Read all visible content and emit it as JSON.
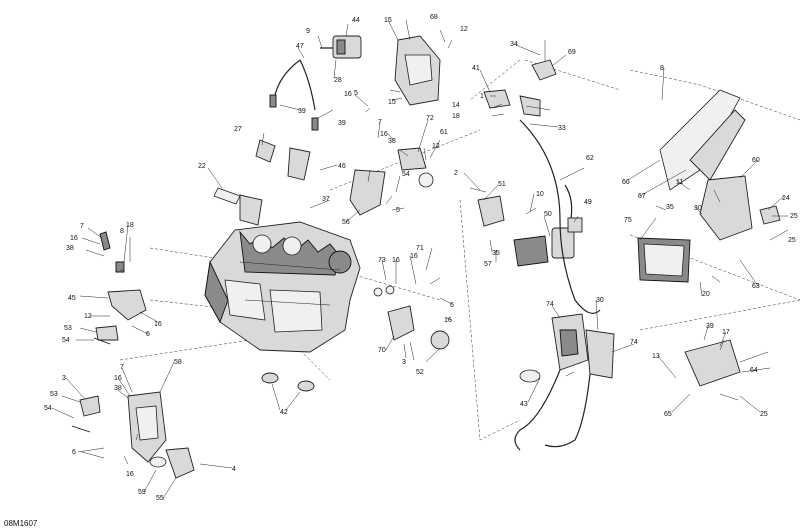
{
  "diagram": {
    "reference_code": "08M1607",
    "callouts": [
      "1",
      "2",
      "3",
      "4",
      "5",
      "6",
      "7",
      "8",
      "9",
      "10",
      "11",
      "12",
      "13",
      "14",
      "15",
      "16",
      "17",
      "18",
      "20",
      "22",
      "24",
      "25",
      "27",
      "28",
      "30",
      "33",
      "34",
      "35",
      "37",
      "38",
      "39",
      "41",
      "42",
      "43",
      "44",
      "45",
      "46",
      "47",
      "49",
      "50",
      "51",
      "52",
      "53",
      "54",
      "55",
      "56",
      "57",
      "58",
      "59",
      "60",
      "61",
      "62",
      "63",
      "64",
      "65",
      "66",
      "67",
      "68",
      "69",
      "70",
      "71",
      "72",
      "73",
      "74",
      "75"
    ]
  }
}
